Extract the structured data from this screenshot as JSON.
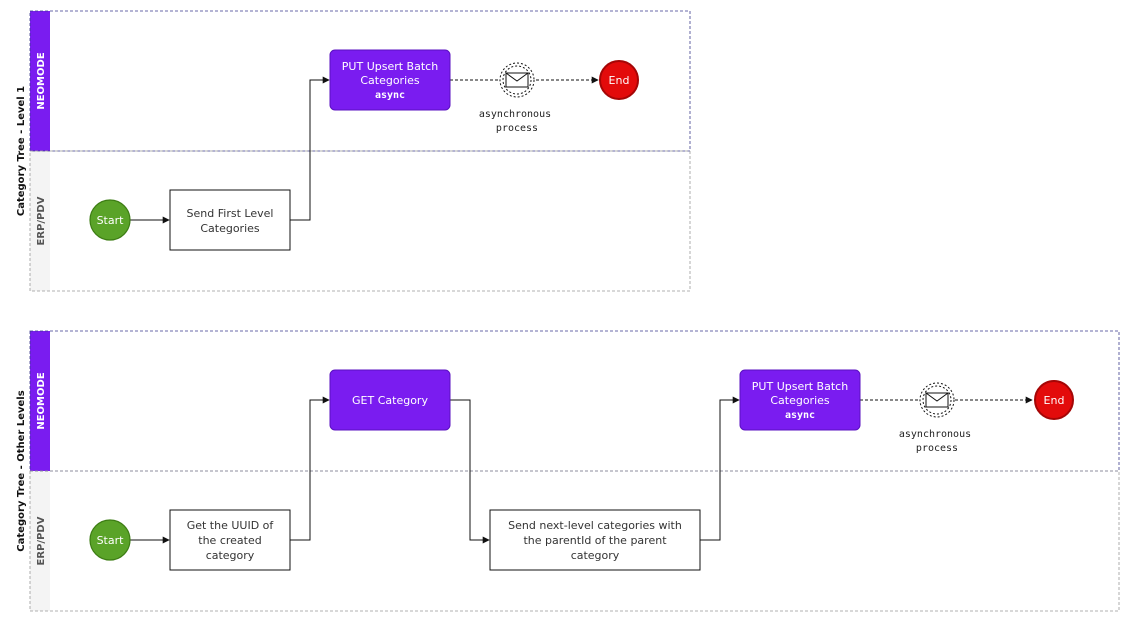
{
  "colors": {
    "neomode_lane": "#7a1cf0",
    "task_purple": "#7a1cf0",
    "task_purple_border": "#5a10c0",
    "start_green": "#5aa328",
    "start_green_border": "#3d7d14",
    "end_red": "#e30b0b",
    "end_red_border": "#a50606",
    "erp_lane_bg": "#f4f4f4",
    "pool_border_top": "#3a3a8c",
    "pool_border_bottom": "#999999"
  },
  "pools": [
    {
      "title": "Category Tree - Level 1",
      "lanes": {
        "top": "NEOMODE",
        "bottom": "ERP/PDV"
      },
      "start_label": "Start",
      "end_label": "End",
      "tasks": {
        "send_first": [
          "Send First Level",
          "Categories"
        ],
        "put_upsert": [
          "PUT Upsert Batch",
          "Categories"
        ],
        "put_upsert_code": "async"
      },
      "message_label": [
        "asynchronous",
        "process"
      ],
      "message_icon": "envelope-icon"
    },
    {
      "title": "Category Tree - Other Levels",
      "lanes": {
        "top": "NEOMODE",
        "bottom": "ERP/PDV"
      },
      "start_label": "Start",
      "end_label": "End",
      "tasks": {
        "get_uuid": [
          "Get the UUID of",
          "the created",
          "category"
        ],
        "get_category": [
          "GET Category"
        ],
        "send_next": [
          "Send next-level categories with",
          "the parentId of the parent",
          "category"
        ],
        "put_upsert": [
          "PUT Upsert Batch",
          "Categories"
        ],
        "put_upsert_code": "async"
      },
      "message_label": [
        "asynchronous",
        "process"
      ],
      "message_icon": "envelope-icon"
    }
  ]
}
